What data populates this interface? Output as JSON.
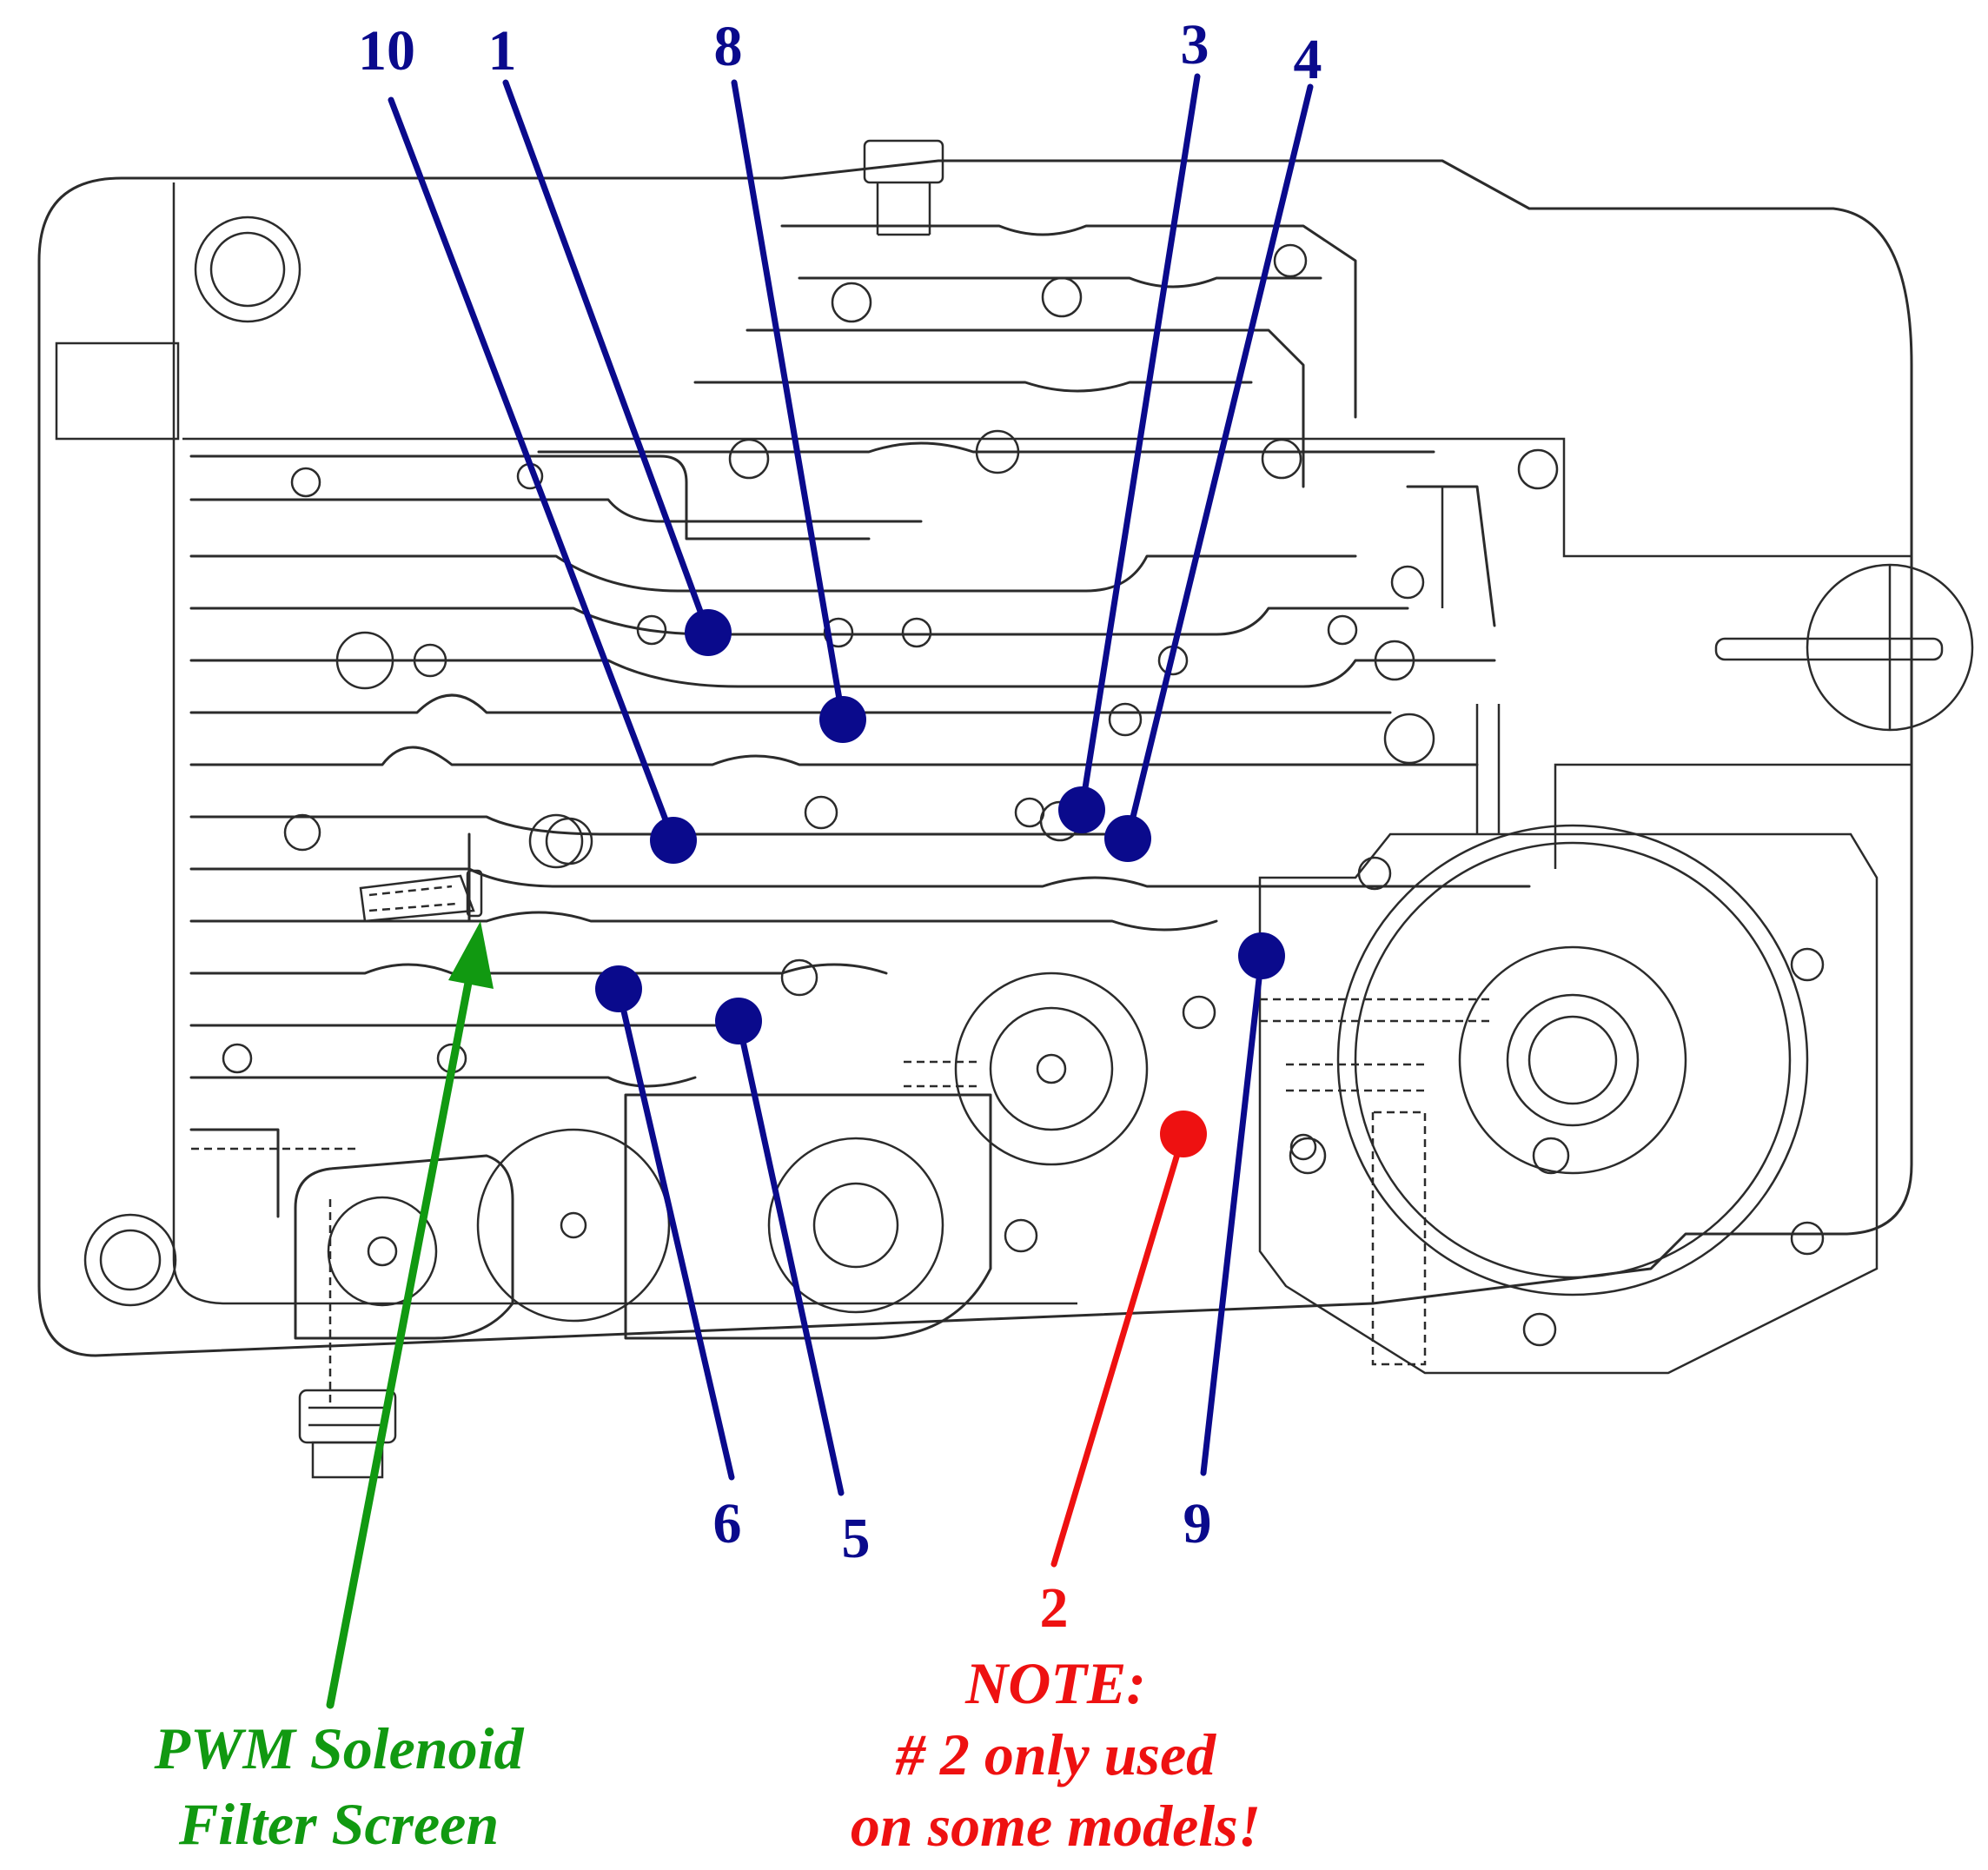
{
  "colors": {
    "callout": "#0a0a8c",
    "note": "#ee1111",
    "filter_arrow": "#119911",
    "line_art": "#2b2b2b"
  },
  "callouts": [
    {
      "id": "1",
      "label": "1"
    },
    {
      "id": "2",
      "label": "2"
    },
    {
      "id": "3",
      "label": "3"
    },
    {
      "id": "4",
      "label": "4"
    },
    {
      "id": "5",
      "label": "5"
    },
    {
      "id": "6",
      "label": "6"
    },
    {
      "id": "8",
      "label": "8"
    },
    {
      "id": "9",
      "label": "9"
    },
    {
      "id": "10",
      "label": "10"
    }
  ],
  "note": {
    "heading": "NOTE:",
    "line1": "# 2 only used",
    "line2": "on some models!"
  },
  "filter_label": {
    "line1": "PWM Solenoid",
    "line2": "Filter Screen"
  }
}
